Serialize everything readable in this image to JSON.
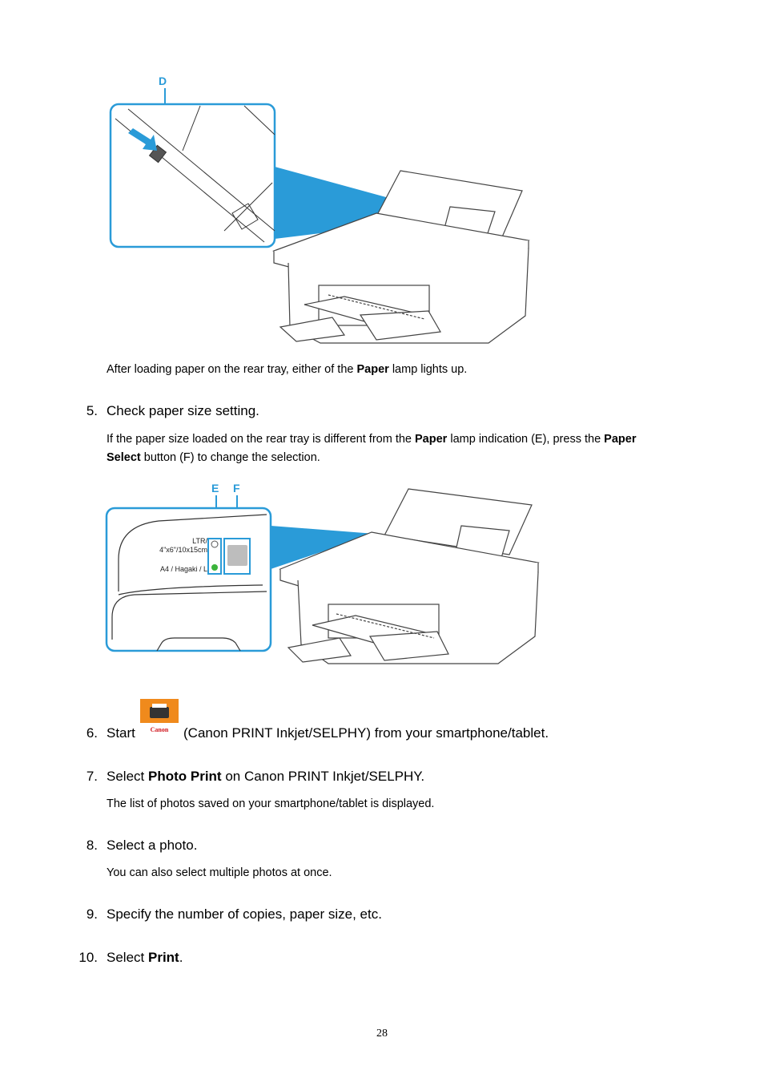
{
  "figure1": {
    "callout": "D"
  },
  "caption1": {
    "pre": "After loading paper on the rear tray, either of the ",
    "bold": "Paper",
    "post": " lamp lights up."
  },
  "step5": {
    "number": "5.",
    "text": "Check paper size setting.",
    "desc_pre": "If the paper size loaded on the rear tray is different from the ",
    "desc_bold1": "Paper",
    "desc_mid": " lamp indication (E), press the ",
    "desc_bold2a": "Paper",
    "desc_bold2b": "Select",
    "desc_post": " button (F) to change the selection."
  },
  "figure2": {
    "callout_e": "E",
    "callout_f": "F",
    "lamp_label_ltr_1": "LTR/",
    "lamp_label_ltr_2": "4\"x6\"/10x15cm",
    "lamp_label_a4": "A4 / Hagaki / L"
  },
  "step6": {
    "number": "6.",
    "pre": "Start",
    "post": "(Canon PRINT Inkjet/SELPHY) from your smartphone/tablet.",
    "app_icon_label": "Canon"
  },
  "step7": {
    "number": "7.",
    "pre": "Select ",
    "bold": "Photo Print",
    "post": " on Canon PRINT Inkjet/SELPHY.",
    "desc": "The list of photos saved on your smartphone/tablet is displayed."
  },
  "step8": {
    "number": "8.",
    "text": "Select a photo.",
    "desc": "You can also select multiple photos at once."
  },
  "step9": {
    "number": "9.",
    "text": "Specify the number of copies, paper size, etc."
  },
  "step10": {
    "number": "10.",
    "pre": "Select ",
    "bold": "Print",
    "post": "."
  },
  "page_number": "28",
  "colors": {
    "accent": "#2a9bd8",
    "lamp_green": "#3cb43c",
    "app_orange": "#f08a1c"
  }
}
